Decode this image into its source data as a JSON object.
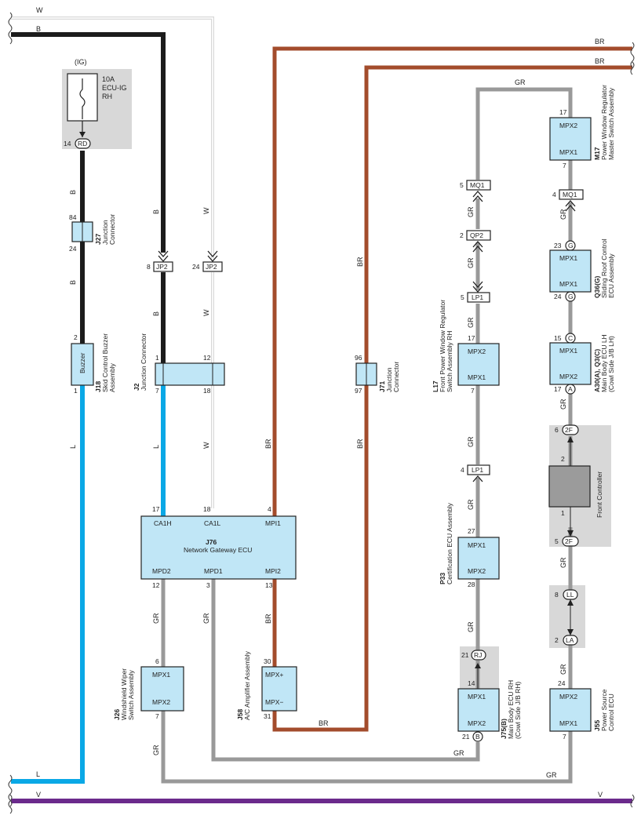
{
  "colors": {
    "W": "#d8d8d8",
    "B": "#1c1c1c",
    "BR": "#a34c2c",
    "GR": "#999999",
    "L": "#0aa8e6",
    "V": "#6b2a8c",
    "component_fill": "#c0e6f6",
    "shade": "#d8d8d8"
  },
  "wires": {
    "W": "W",
    "B": "B",
    "BR": "BR",
    "GR": "GR",
    "L": "L",
    "V": "V"
  },
  "fuse": {
    "header": "(IG)",
    "rating": "10A",
    "name1": "ECU-IG",
    "name2": "RH",
    "pin": "14",
    "connector": "RD"
  },
  "components": {
    "j27": {
      "id": "J27",
      "name": "Junction",
      "name2": "Connector",
      "pin_top": "84",
      "pin_bottom": "24"
    },
    "j18": {
      "id": "J18",
      "name": "Skid Control Buzzer",
      "name2": "Assembly",
      "inner": "Buzzer",
      "pin_top": "2",
      "pin_bottom": "1"
    },
    "j2": {
      "id": "J2",
      "name": "Junction Connector",
      "pin_tl": "1",
      "pin_tr": "12",
      "pin_bl": "7",
      "pin_br": "18"
    },
    "j71": {
      "id": "J71",
      "name": "Junction",
      "name2": "Connector",
      "pin_top": "96",
      "pin_bottom": "97"
    },
    "j76": {
      "id": "J76",
      "name": "Network Gateway ECU",
      "t_ca1h": "CA1H",
      "t_ca1l": "CA1L",
      "t_mpi1": "MPI1",
      "t_mpd2": "MPD2",
      "t_mpd1": "MPD1",
      "t_mpi2": "MPI2",
      "p17": "17",
      "p18": "18",
      "p4": "4",
      "p12": "12",
      "p3": "3",
      "p13": "13"
    },
    "j26": {
      "id": "J26",
      "name": "Windshield Wiper",
      "name2": "Switch Assembly",
      "t1": "MPX1",
      "t2": "MPX2",
      "pin_top": "6",
      "pin_bottom": "7"
    },
    "j58": {
      "id": "J58",
      "name": "A/C Amplifier Assembly",
      "t1": "MPX+",
      "t2": "MPX−",
      "pin_top": "30",
      "pin_bottom": "31"
    },
    "l17": {
      "id": "L17",
      "name": "Front Power Window Regulator",
      "name2": "Switch Assembly RH",
      "t1": "MPX2",
      "t2": "MPX1",
      "pin_top": "17",
      "pin_bottom": "7"
    },
    "p33": {
      "id": "P33",
      "name": "Certification ECU Assembly",
      "t1": "MPX1",
      "t2": "MPX2",
      "pin_top": "27",
      "pin_bottom": "28"
    },
    "j75": {
      "id": "J75(B)",
      "name": "Main Body ECU RH",
      "name2": "(Cowl Side J/B RH)",
      "t1": "MPX1",
      "t2": "MPX2",
      "pin_top": "14",
      "pin_bottom": "21",
      "conn": "B",
      "rj_pin": "21",
      "rj": "RJ"
    },
    "m17": {
      "id": "M17",
      "name": "Power Window Regulator",
      "name2": "Master Switch Assembly",
      "t1": "MPX2",
      "t2": "MPX1",
      "pin_top": "17",
      "pin_bottom": "7"
    },
    "q36": {
      "id": "Q36(G)",
      "name": "Sliding Roof Control",
      "name2": "ECU Assembly",
      "t1": "MPX1",
      "t2": "MPX1",
      "pin_top": "23",
      "pin_bottom": "24",
      "conn": "G"
    },
    "a30": {
      "id": "A30(A), Q3(C)",
      "name": "Main Body ECU LH",
      "name2": "(Cowl Side J/B LH)",
      "t1": "MPX1",
      "t2": "MPX2",
      "pin_top": "15",
      "pin_bottom": "17",
      "conn_top": "C",
      "conn_bottom": "A"
    },
    "front": {
      "name": "Front Controller",
      "pin_top": "6",
      "conn_top": "2F",
      "inner_top": "2",
      "inner_bottom": "1",
      "pin_bottom": "5",
      "conn_bottom": "2F"
    },
    "j55": {
      "id": "J55",
      "name": "Power Source",
      "name2": "Control ECU",
      "t1": "MPX2",
      "t2": "MPX1",
      "pin_top": "24",
      "pin_bottom": "7"
    }
  },
  "connectors": {
    "jp2a": {
      "pin": "8",
      "label": "JP2"
    },
    "jp2b": {
      "pin": "24",
      "label": "JP2"
    },
    "mq1a": {
      "pin": "5",
      "label": "MQ1"
    },
    "qp2": {
      "pin": "2",
      "label": "QP2"
    },
    "lp1a": {
      "pin": "5",
      "label": "LP1"
    },
    "lp1b": {
      "pin": "4",
      "label": "LP1"
    },
    "mq1b": {
      "pin": "4",
      "label": "MQ1"
    },
    "ll": {
      "pin": "8",
      "label": "LL"
    },
    "la": {
      "pin": "2",
      "label": "LA"
    }
  }
}
